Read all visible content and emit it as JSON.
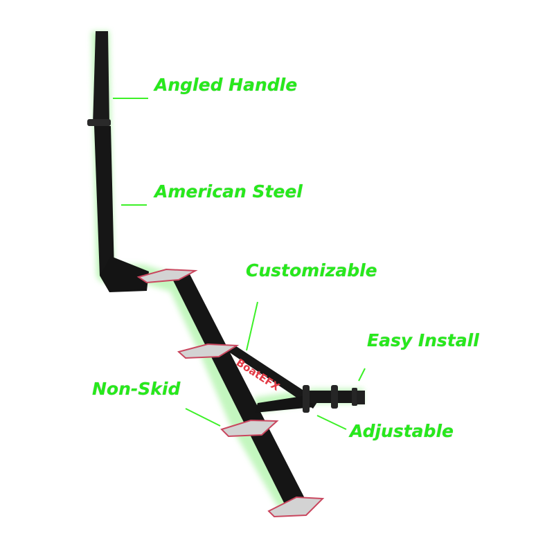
{
  "colors": {
    "callout": "#27e91c",
    "leader": "#3cf027",
    "steel": "#161616",
    "glow": "#b9f5b4",
    "step_pad": "#d3d3d3",
    "step_edge": "#c9465e",
    "brand_text": "#e23a45"
  },
  "callouts": {
    "angled_handle": "Angled Handle",
    "american_steel": "American Steel",
    "customizable": "Customizable",
    "easy_install": "Easy Install",
    "non_skid": "Non-Skid",
    "adjustable": "Adjustable"
  },
  "product": {
    "brand_label": "BoatEFX"
  }
}
